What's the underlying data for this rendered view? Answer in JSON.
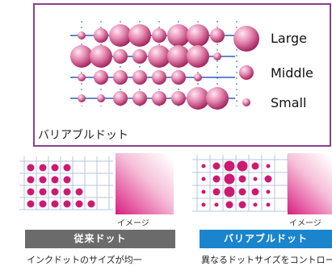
{
  "colors": {
    "frame": "#8c3f8f",
    "dot_light": "#ffe7f2",
    "dot_mid": "#e68bb3",
    "dot_dark": "#9e1a55",
    "grid": "#b7c6e3",
    "bar_conventional": "#6b6b6b",
    "bar_variable": "#1a84cc",
    "gradient_pink": "#d81f80"
  },
  "top_panel": {
    "caption": "バリアブルドット",
    "legend": [
      {
        "label": "Large",
        "size": "large"
      },
      {
        "label": "Middle",
        "size": "middle"
      },
      {
        "label": "Small",
        "size": "small"
      }
    ]
  },
  "conventional": {
    "label": "従来ドット",
    "image_note": "イメージ",
    "description": "インクドットのサイズが均一"
  },
  "variable": {
    "label": "バリアブルドット",
    "image_note": "イメージ",
    "description": "異なるドットサイズをコントロー"
  },
  "chart_data": {
    "type": "scatter",
    "title": "",
    "dot_size_levels": [
      "small",
      "middle",
      "large"
    ],
    "variable_rows": [
      [
        "small",
        "middle",
        "large",
        "large",
        "middle",
        "large",
        "large",
        "middle"
      ],
      [
        "large",
        "large",
        "middle",
        "middle",
        "large",
        "large",
        "large",
        "small"
      ],
      [
        "small",
        "middle",
        "middle",
        "middle",
        "middle",
        "middle",
        "small"
      ],
      [
        "small",
        "small",
        "middle",
        "middle",
        "middle",
        "middle",
        "large",
        "large"
      ]
    ],
    "conventional_rows": [
      [
        1,
        1,
        1,
        1,
        0,
        0
      ],
      [
        1,
        1,
        1,
        1,
        0,
        0
      ],
      [
        1,
        1,
        1,
        1,
        1,
        0
      ],
      [
        1,
        1,
        1,
        1,
        1,
        1
      ]
    ],
    "variable_small_rows": [
      [
        "small",
        "middle",
        "large",
        "large",
        "middle",
        "small"
      ],
      [
        "small",
        "middle",
        "large",
        "middle",
        "small",
        "middle"
      ],
      [
        "small",
        "middle",
        "large",
        "middle",
        "middle",
        "small"
      ],
      [
        "small",
        "small",
        "middle",
        "middle",
        "small",
        "small"
      ]
    ]
  }
}
